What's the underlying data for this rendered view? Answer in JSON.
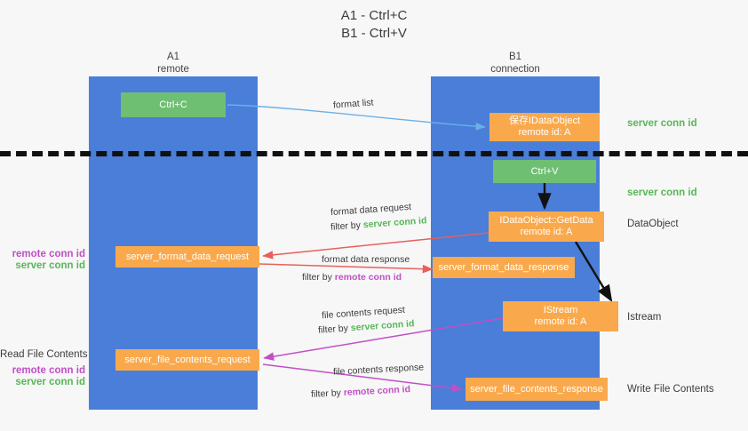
{
  "page": {
    "title_line1": "A1 - Ctrl+C",
    "title_line2": "B1 - Ctrl+V",
    "background": "#f7f7f7"
  },
  "colors": {
    "lane": "#4a7ed8",
    "green_box": "#6fbf73",
    "orange_box": "#f9a94c",
    "server_conn_id": "#57b756",
    "remote_conn_id": "#c14fc7",
    "arrow_blue": "#6ab0e8",
    "arrow_red": "#e8605a",
    "arrow_magenta": "#c14fc7",
    "arrow_black": "#111111"
  },
  "lanes": [
    {
      "id": "a1",
      "name": "A1",
      "subtitle": "remote"
    },
    {
      "id": "b1",
      "name": "B1",
      "subtitle": "connection"
    }
  ],
  "nodes": {
    "ctrl_c": {
      "line1": "Ctrl+C",
      "line2": ""
    },
    "ctrl_v": {
      "line1": "Ctrl+V",
      "line2": ""
    },
    "save_idataobject": {
      "line1": "保存IDataObject",
      "line2": "remote id: A"
    },
    "getdata": {
      "line1": "IDataObject::GetData",
      "line2": "remote id: A"
    },
    "istream": {
      "line1": "IStream",
      "line2": "remote id: A"
    },
    "server_format_data_request": {
      "line1": "server_format_data_request",
      "line2": ""
    },
    "server_format_data_response": {
      "line1": "server_format_data_response",
      "line2": ""
    },
    "server_file_contents_request": {
      "line1": "server_file_contents_request",
      "line2": ""
    },
    "server_file_contents_response": {
      "line1": "server_file_contents_response",
      "line2": ""
    }
  },
  "edge_labels": {
    "format_list": "format list",
    "format_data_request": "format data request",
    "format_data_request_filter_prefix": "filter by ",
    "format_data_request_filter_value": "server conn id",
    "format_data_response": "format data response",
    "format_data_response_filter_prefix": "filter by ",
    "format_data_response_filter_value": "remote conn id",
    "file_contents_request": "file contents request",
    "file_contents_request_filter_prefix": "filter by ",
    "file_contents_request_filter_value": "server conn id",
    "file_contents_response": "file contents response",
    "file_contents_response_filter_prefix": "filter by ",
    "file_contents_response_filter_value": "remote conn id"
  },
  "right_annotations": {
    "server_conn_id_top": "server conn id",
    "server_conn_id_mid": "server conn id",
    "dataobject": "DataObject",
    "istream": "Istream",
    "write_file_contents": "Write File Contents"
  },
  "left_annotations": {
    "remote_conn_id_upper": "remote conn id",
    "server_conn_id_upper": "server conn id",
    "read_file_contents": "Read File Contents",
    "remote_conn_id_lower": "remote conn id",
    "server_conn_id_lower": "server conn id"
  }
}
